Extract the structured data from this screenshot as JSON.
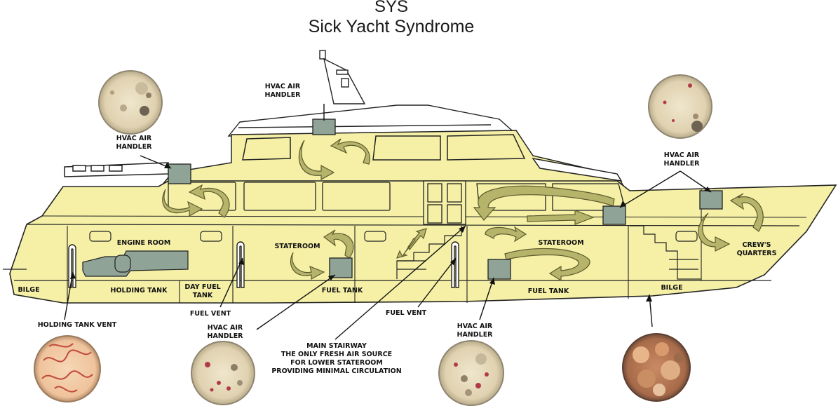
{
  "title": "SYS",
  "subtitle": "Sick Yacht Syndrome",
  "labels": {
    "hvac_top": "HVAC AIR\nHANDLER",
    "hvac_left": "HVAC AIR\nHANDLER",
    "hvac_right": "HVAC AIR\nHANDLER",
    "engine_room": "ENGINE ROOM",
    "stateroom_1": "STATEROOM",
    "stateroom_2": "STATEROOM",
    "crews_quarters": "CREW'S\nQUARTERS",
    "bilge_aft": "BILGE",
    "holding_tank": "HOLDING TANK",
    "day_fuel_tank": "DAY FUEL\nTANK",
    "fuel_tank_1": "FUEL TANK",
    "fuel_tank_2": "FUEL TANK",
    "bilge_fwd": "BILGE",
    "holding_tank_vent": "HOLDING TANK VENT",
    "fuel_vent_1": "FUEL VENT",
    "hvac_lower_1": "HVAC AIR\nHANDLER",
    "main_stairway": "MAIN STAIRWAY\nTHE ONLY FRESH AIR SOURCE\nFOR LOWER STATEROOM\nPROVIDING MINIMAL CIRCULATION",
    "fuel_vent_2": "FUEL VENT",
    "hvac_lower_2": "HVAC AIR\nHANDLER"
  },
  "colors": {
    "hull": "#f5f0a6",
    "hull_shadow": "#e3dc86",
    "outline": "#222222",
    "air_handler": "#8fa397",
    "arrow_fill": "#b6b46a",
    "arrow_stroke": "#5c5a2d",
    "dish_light": "#e9dcc0",
    "dish_rim": "#8f8570",
    "dish_orange": "#f3c9a0"
  },
  "icons": [
    "petri-dish-icon",
    "air-handler-icon",
    "circulation-arrow-icon",
    "vent-pipe-icon"
  ]
}
